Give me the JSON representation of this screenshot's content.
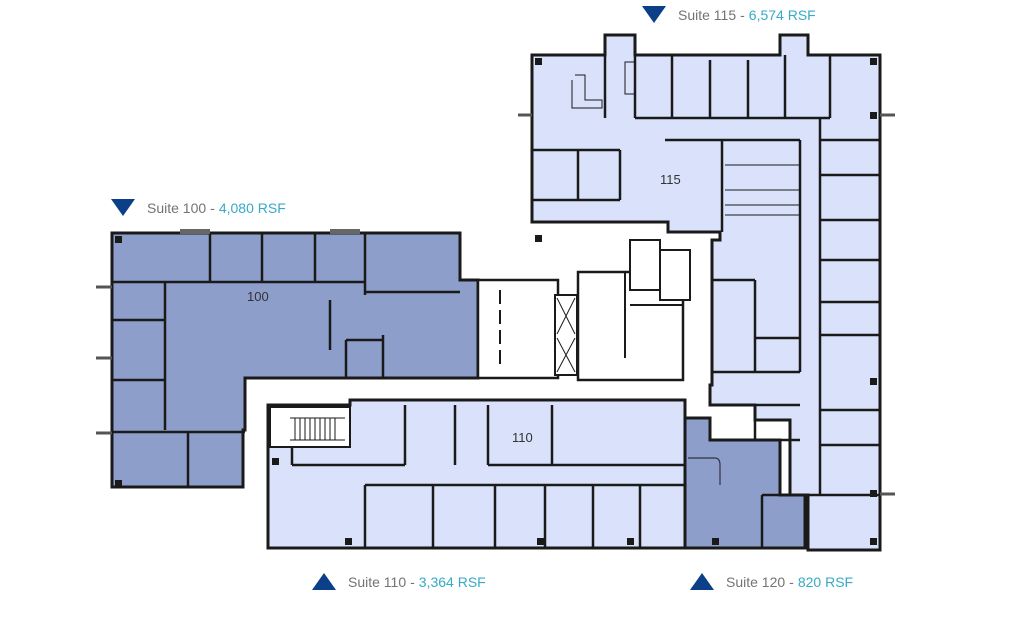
{
  "colors": {
    "suite_dark": "#8e9ecb",
    "suite_light": "#d9e2fa",
    "marker": "#0b3f87",
    "area_text": "#36aac6",
    "name_text": "#737373",
    "wall": "#1a1a1a"
  },
  "suites": [
    {
      "id": "100",
      "name": "Suite 100",
      "separator": "-",
      "area": "4,080 RSF",
      "marker": "triangle-down",
      "room_label": "100",
      "fill": "dark"
    },
    {
      "id": "110",
      "name": "Suite 110",
      "separator": "-",
      "area": "3,364 RSF",
      "marker": "triangle-up",
      "room_label": "110",
      "fill": "light"
    },
    {
      "id": "115",
      "name": "Suite 115",
      "separator": "-",
      "area": "6,574 RSF",
      "marker": "triangle-down",
      "room_label": "115",
      "fill": "light"
    },
    {
      "id": "120",
      "name": "Suite 120",
      "separator": "-",
      "area": "820 RSF",
      "marker": "triangle-up",
      "room_label": "",
      "fill": "dark"
    }
  ]
}
